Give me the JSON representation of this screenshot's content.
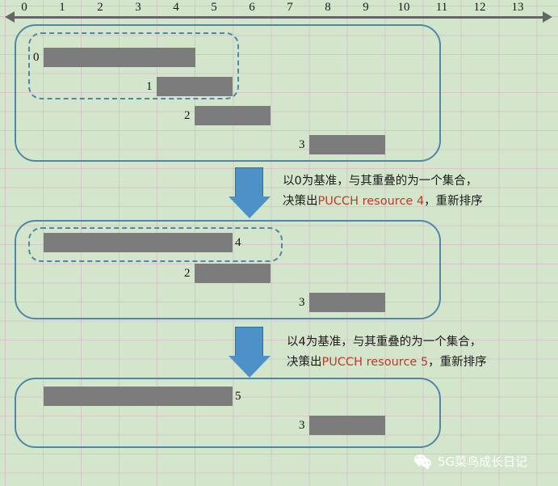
{
  "axis": {
    "ticks": [
      "0",
      "1",
      "2",
      "3",
      "4",
      "5",
      "6",
      "7",
      "8",
      "9",
      "10",
      "11",
      "12",
      "13"
    ],
    "arrow_left": "left-arrowhead",
    "arrow_right": "right-arrowhead"
  },
  "stages": [
    {
      "id": "stage-1",
      "bars": [
        {
          "label": "0",
          "label_side": "left",
          "start": 0.0,
          "end": 4.0
        },
        {
          "label": "1",
          "label_side": "left",
          "start": 3.0,
          "end": 5.0
        },
        {
          "label": "2",
          "label_side": "left",
          "start": 4.0,
          "end": 6.0
        },
        {
          "label": "3",
          "label_side": "left",
          "start": 7.0,
          "end": 9.0
        }
      ],
      "highlight_group": [
        "0",
        "1"
      ]
    },
    {
      "id": "stage-2",
      "bars": [
        {
          "label": "4",
          "label_side": "right",
          "start": 0.0,
          "end": 5.0
        },
        {
          "label": "2",
          "label_side": "left",
          "start": 4.0,
          "end": 6.0
        },
        {
          "label": "3",
          "label_side": "left",
          "start": 7.0,
          "end": 9.0
        }
      ],
      "highlight_group": [
        "4"
      ]
    },
    {
      "id": "stage-3",
      "bars": [
        {
          "label": "5",
          "label_side": "right",
          "start": 0.0,
          "end": 5.0
        },
        {
          "label": "3",
          "label_side": "left",
          "start": 7.0,
          "end": 9.0
        }
      ],
      "highlight_group": []
    }
  ],
  "annotations": [
    {
      "id": "annotation-1",
      "line1_pre": "以0为基准，与其重叠的为一个集合，",
      "line2_pre": "决策出",
      "line2_hl": "PUCCH resource 4",
      "line2_post": "，重新排序"
    },
    {
      "id": "annotation-2",
      "line1_pre": "以4为基准，与其重叠的为一个集合，",
      "line2_pre": "决策出",
      "line2_hl": "PUCCH resource 5",
      "line2_post": "，重新排序"
    }
  ],
  "watermark": {
    "text": "5G菜鸟成长日记",
    "icon": "wechat-icon"
  },
  "colors": {
    "background": "#d3e6cb",
    "grid": "#d6bac9",
    "bar": "#7c7c7c",
    "outline": "#4f87a8",
    "arrow": "#4e90c8",
    "axis": "#666666",
    "highlight_text": "#c0392b"
  }
}
